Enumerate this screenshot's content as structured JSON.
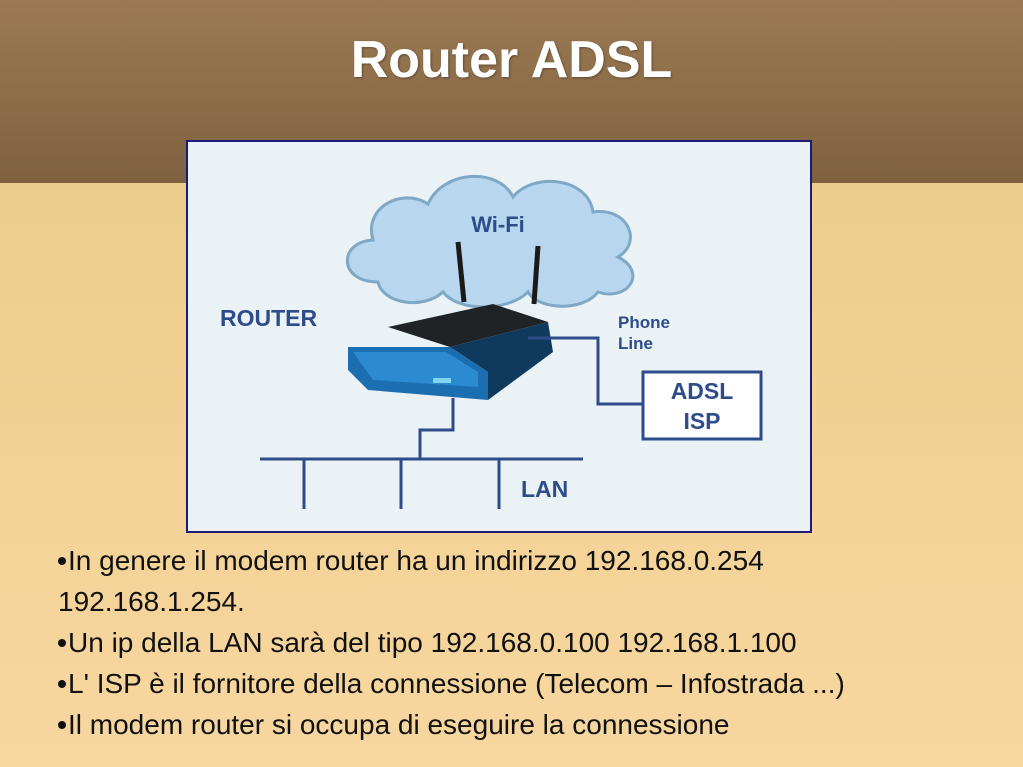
{
  "slide": {
    "title": "Router ADSL"
  },
  "diagram": {
    "wifi_label": "Wi-Fi",
    "router_label": "ROUTER",
    "phone_line_label_1": "Phone",
    "phone_line_label_2": "Line",
    "isp_label_1": "ADSL",
    "isp_label_2": "ISP",
    "lan_label": "LAN"
  },
  "bullets": [
    {
      "line1": "In genere il modem router ha un indirizzo 192.168.0.254",
      "line2": "192.168.1.254."
    },
    {
      "line1": "Un ip della LAN sarà del tipo 192.168.0.100 192.168.1.100"
    },
    {
      "line1": "L' ISP è il fornitore della connessione (Telecom – Infostrada ...)"
    },
    {
      "line1": "Il modem router si occupa di eseguire la connessione"
    }
  ],
  "colors": {
    "header": "#8c6d48",
    "body": "#f7d7a0",
    "diagram_border": "#1c1c78",
    "label_blue": "#2e4c8a",
    "cloud": "#b8d6ee",
    "router_blue": "#1b6fb0"
  }
}
